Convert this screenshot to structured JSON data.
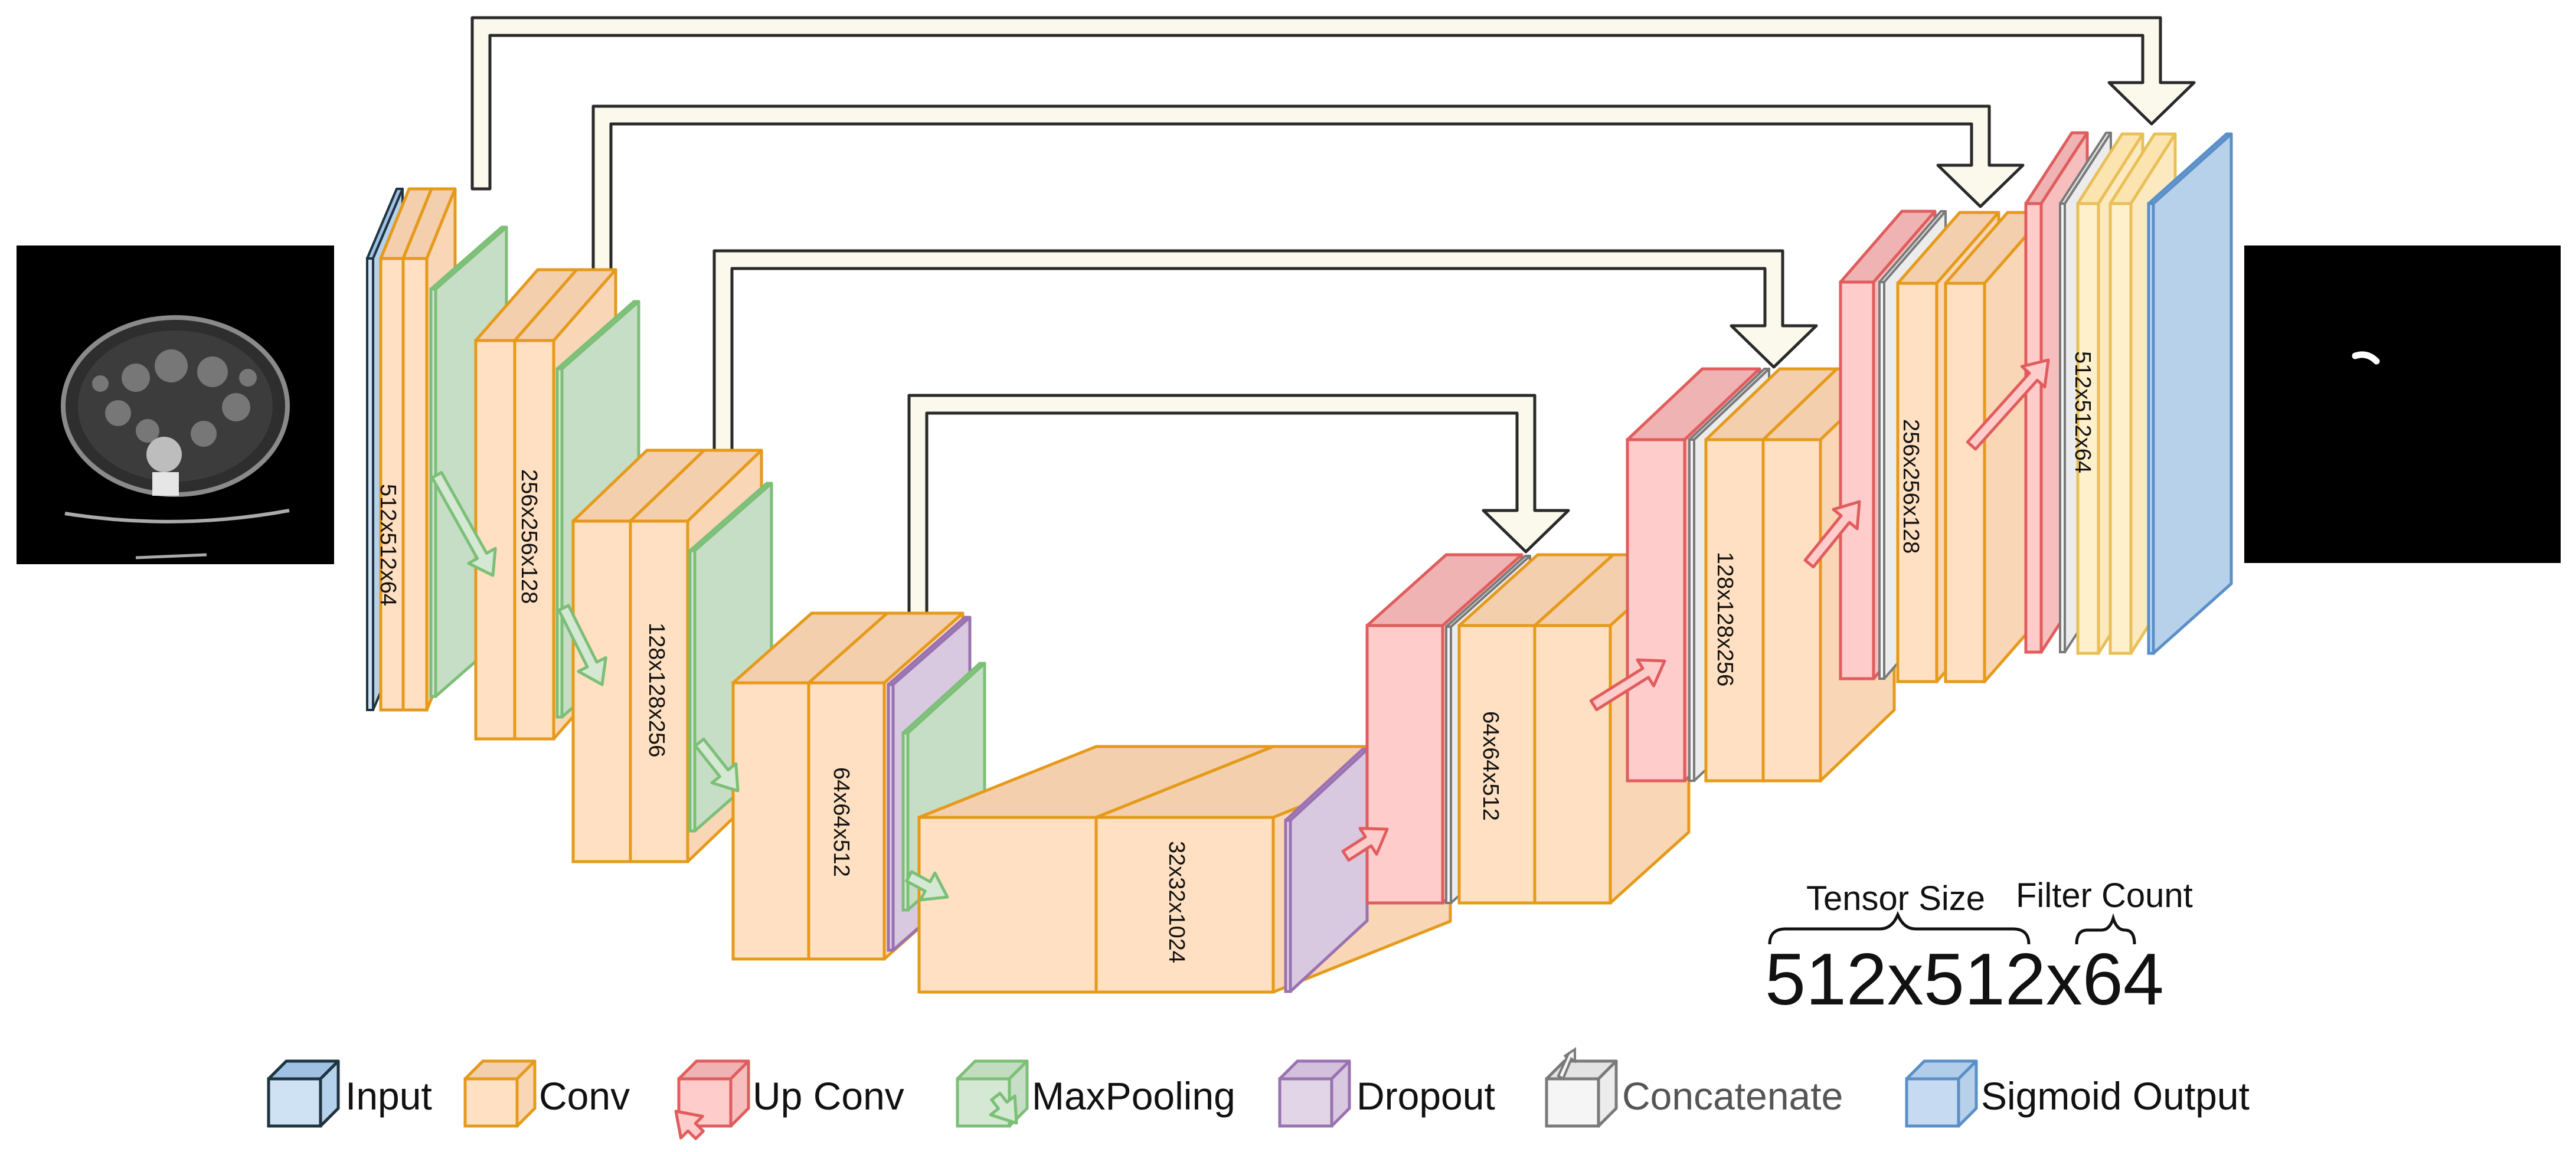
{
  "colors": {
    "input": {
      "front": "#cfe2f3",
      "top": "#9fc1e3",
      "side": "#b5d1ec",
      "stroke": "#1f3340"
    },
    "conv": {
      "front": "#ffe0c2",
      "top": "#f3cfae",
      "side": "#f9d6b6",
      "stroke": "#e59a1a"
    },
    "upconv": {
      "front": "#ffcccc",
      "top": "#f0b3b3",
      "side": "#f7bebe",
      "stroke": "#e05d5d"
    },
    "maxpool": {
      "front": "#d5e8d4",
      "top": "#c2dcc0",
      "side": "#c6dec5",
      "stroke": "#7cbf77"
    },
    "dropout": {
      "front": "#e1d5e7",
      "top": "#d3c1dc",
      "side": "#d8c8e0",
      "stroke": "#9a72b1"
    },
    "concat": {
      "front": "#f5f5f5",
      "top": "#e3e3e3",
      "side": "#ececec",
      "stroke": "#7a7a7a"
    },
    "output": {
      "front": "#c6dbf1",
      "top": "#b2cde9",
      "side": "#b8d1ea",
      "stroke": "#5b8fc8"
    },
    "convlight": {
      "front": "#fff0cc",
      "top": "#fbe4b0",
      "side": "#fde9bf",
      "stroke": "#e9bf58"
    },
    "skip": "#fbf8ec"
  },
  "legend": [
    {
      "key": "input",
      "label": "Input",
      "icon": "input-cube-icon"
    },
    {
      "key": "conv",
      "label": "Conv",
      "icon": "conv-cube-icon"
    },
    {
      "key": "upconv",
      "label": "Up Conv",
      "icon": "upconv-cube-icon"
    },
    {
      "key": "maxpool",
      "label": "MaxPooling",
      "icon": "maxpool-cube-icon"
    },
    {
      "key": "dropout",
      "label": "Dropout",
      "icon": "dropout-cube-icon"
    },
    {
      "key": "concat",
      "label": "Concatenate",
      "icon": "concat-cube-icon"
    },
    {
      "key": "output",
      "label": "Sigmoid Output",
      "icon": "sigmoid-output-cube-icon"
    }
  ],
  "layers": {
    "enc1": "512x512x64",
    "enc2": "256x256x128",
    "enc3": "128x128x256",
    "enc4": "64x64x512",
    "bottleneck": "32x32x1024",
    "dec4": "64x64x512",
    "dec3": "128x128x256",
    "dec2": "256x256x128",
    "dec1": "512x512x64"
  },
  "key": {
    "tensor_label": "Tensor Size",
    "filter_label": "Filter Count",
    "example": "512x512x64"
  },
  "images": {
    "input": "ct-scan-input-image",
    "output": "segmentation-mask-output-image"
  }
}
